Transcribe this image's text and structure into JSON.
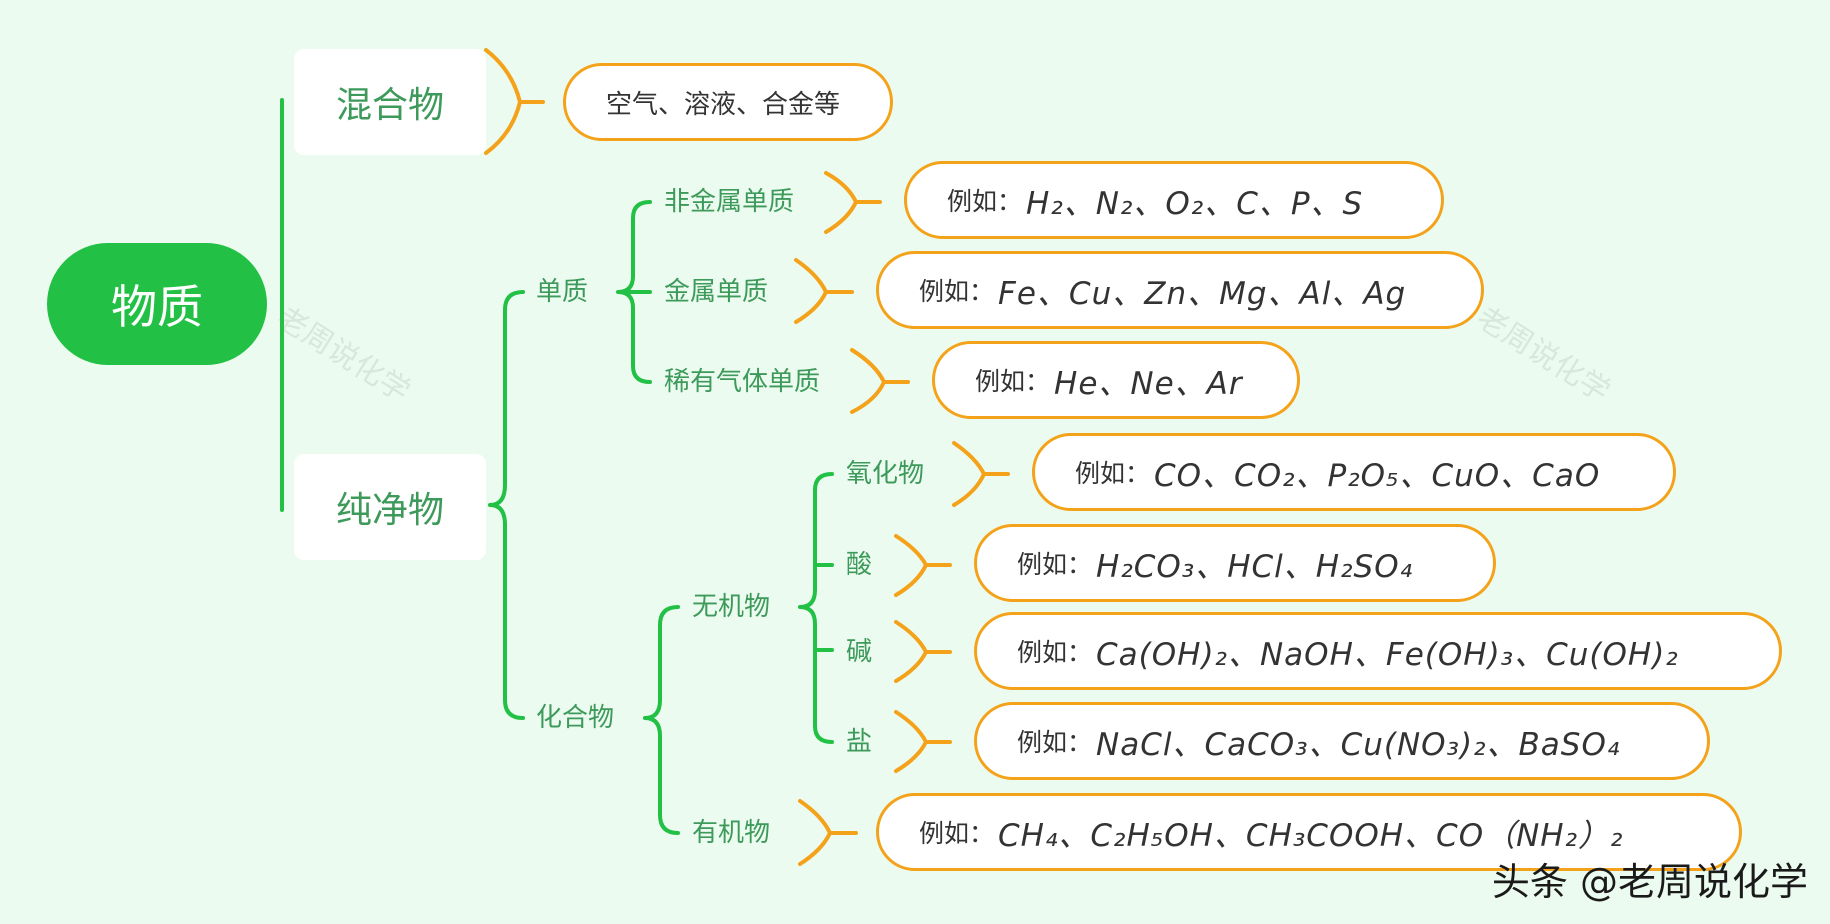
{
  "root": "物质",
  "mixture": {
    "label": "混合物",
    "example": "空气、溶液、合金等"
  },
  "pure": {
    "label": "纯净物"
  },
  "elemental": {
    "label": "单质",
    "nonmetal": {
      "label": "非金属单质",
      "prefix": "例如：",
      "formula": "H₂、N₂、O₂、C、P、S"
    },
    "metal": {
      "label": "金属单质",
      "prefix": "例如：",
      "formula": "Fe、Cu、Zn、Mg、Al、Ag"
    },
    "noble": {
      "label": "稀有气体单质",
      "prefix": "例如：",
      "formula": "He、Ne、Ar"
    }
  },
  "compound": {
    "label": "化合物",
    "inorganic": {
      "label": "无机物",
      "oxide": {
        "label": "氧化物",
        "prefix": "例如：",
        "formula": "CO、CO₂、P₂O₅、CuO、CaO"
      },
      "acid": {
        "label": "酸",
        "prefix": "例如：",
        "formula": "H₂CO₃、HCl、H₂SO₄"
      },
      "base": {
        "label": "碱",
        "prefix": "例如：",
        "formula": "Ca(OH)₂、NaOH、Fe(OH)₃、Cu(OH)₂"
      },
      "salt": {
        "label": "盐",
        "prefix": "例如：",
        "formula": "NaCl、CaCO₃、Cu(NO₃)₂、BaSO₄"
      }
    },
    "organic": {
      "label": "有机物",
      "prefix": "例如：",
      "formula": "CH₄、C₂H₅OH、CH₃COOH、CO（NH₂）₂"
    }
  },
  "watermark": "老周说化学",
  "credit": "头条 @老周说化学",
  "colors": {
    "green_line": "#22c045",
    "orange_bracket": "#f3a21a",
    "text_green": "#3d9a5b"
  }
}
